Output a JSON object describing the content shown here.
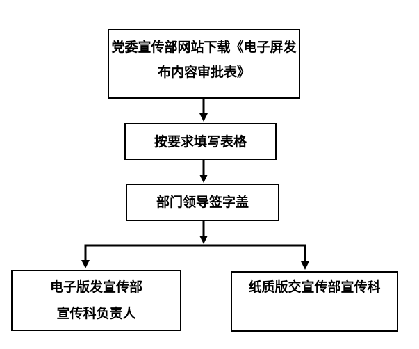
{
  "page": {
    "background_color": "#ffffff"
  },
  "flowchart": {
    "type": "flowchart",
    "direction": "top-down",
    "line_color": "#000000",
    "text_color": "#000000",
    "box_fill": "#ffffff",
    "nodes": [
      {
        "id": "download-form",
        "lines": [
          "党委宣传部网站下载《电子屏发",
          "布内容审批表》"
        ]
      },
      {
        "id": "fill-form",
        "lines": [
          "按要求填写表格"
        ]
      },
      {
        "id": "leader-sign",
        "lines": [
          "部门领导签字盖"
        ]
      },
      {
        "id": "electronic-copy",
        "lines": [
          "电子版发宣传部",
          "宣传科负责人"
        ]
      },
      {
        "id": "paper-copy",
        "lines": [
          "纸质版交宣传部宣传科"
        ]
      }
    ],
    "edges": [
      {
        "from": "download-form",
        "to": "fill-form"
      },
      {
        "from": "fill-form",
        "to": "leader-sign"
      },
      {
        "from": "leader-sign",
        "to": "electronic-copy"
      },
      {
        "from": "leader-sign",
        "to": "paper-copy"
      }
    ]
  }
}
